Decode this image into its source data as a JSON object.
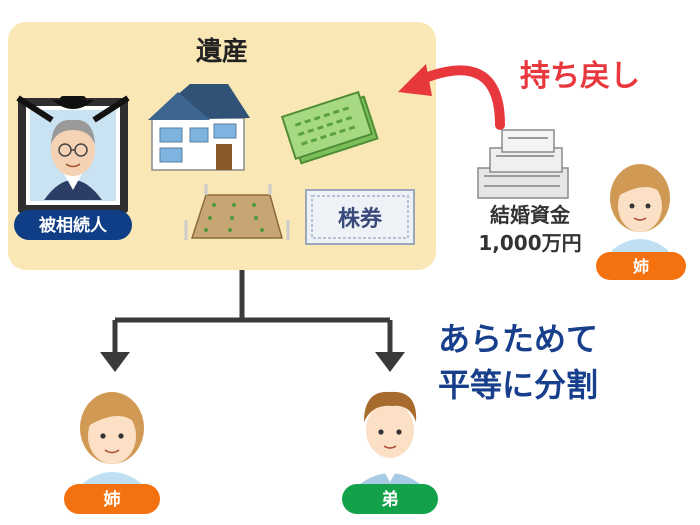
{
  "estate": {
    "title": "遺産",
    "deceased_label": "被相続人",
    "stock_label": "株券"
  },
  "clawback": {
    "label": "持ち戻し",
    "gift_line1": "結婚資金",
    "gift_line2": "1,000万円",
    "recipient_label": "姉"
  },
  "redivide": {
    "line1": "あらためて",
    "line2": "平等に分割"
  },
  "heirs": [
    {
      "label": "姉"
    },
    {
      "label": "弟"
    }
  ],
  "colors": {
    "estate_box": "#f9e8b5",
    "navy_pill": "#0f3e86",
    "orange_pill": "#f3720f",
    "green_pill": "#13a24a",
    "red_arrow": "#e8383d",
    "blue_text": "#173f8c",
    "tree_lines": "#3a3a3a"
  }
}
